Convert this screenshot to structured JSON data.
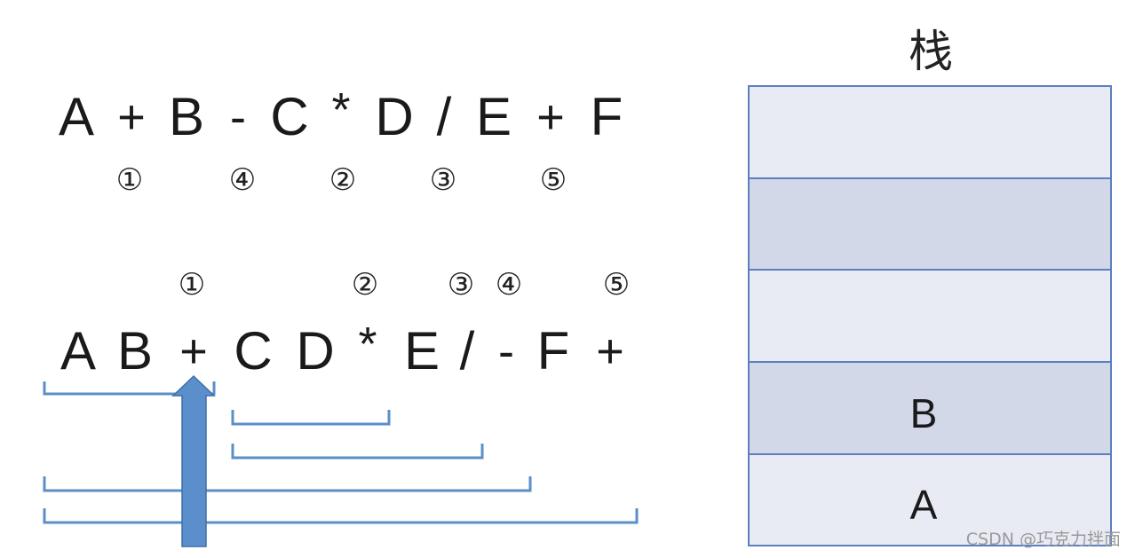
{
  "infix": {
    "tokens": [
      "A",
      "+",
      "B",
      "-",
      "C",
      "*",
      "D",
      "/",
      "E",
      "+",
      "F"
    ],
    "order_marks": [
      "①",
      "④",
      "②",
      "③",
      "⑤"
    ]
  },
  "postfix": {
    "tokens": [
      "A",
      "B",
      "+",
      "C",
      "D",
      "*",
      "E",
      "/",
      "-",
      "F",
      "+"
    ],
    "order_marks": [
      "①",
      "②",
      "③",
      "④",
      "⑤"
    ]
  },
  "stack": {
    "title": "栈",
    "cells": [
      "",
      "",
      "",
      "B",
      "A"
    ]
  },
  "colors": {
    "bracket": "#5b8fc7",
    "arrow": "#5b8fcb",
    "cell_light": "#e8eaf4",
    "cell_dark": "#d3d8e9",
    "cell_border": "#5b7fc0"
  },
  "watermark": "CSDN @巧克力拌面"
}
